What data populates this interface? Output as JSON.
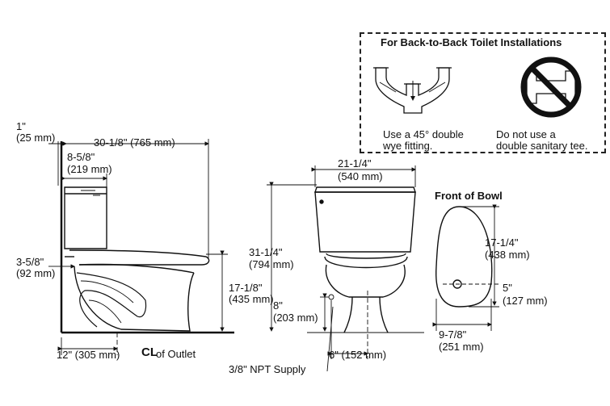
{
  "inset": {
    "title": "For Back-to-Back Toilet Installations",
    "left_caption_1": "Use a 45° double",
    "left_caption_2": "wye fitting.",
    "right_caption_1": "Do not use a",
    "right_caption_2": "double sanitary tee."
  },
  "side_view": {
    "dim_top_1a": "1\"",
    "dim_top_1b": "(25 mm)",
    "dim_width_a": "30-1/8\" (765 mm)",
    "dim_tank_a": "8-5/8\"",
    "dim_tank_b": "(219 mm)",
    "dim_left_a": "3-5/8\"",
    "dim_left_b": "(92 mm)",
    "dim_height_a": "17-1/8\"",
    "dim_height_b": "(435 mm)",
    "dim_rough_in": "12\" (305 mm)",
    "cl_symbol": "CL",
    "cl_label": "of Outlet"
  },
  "front_view": {
    "dim_tank_width_a": "21-1/4\"",
    "dim_tank_width_b": "(540 mm)",
    "dim_total_a": "31-1/4\"",
    "dim_total_b": "(794 mm)",
    "dim_supply_h_a": "8\"",
    "dim_supply_h_b": "(203 mm)",
    "dim_supply_offset": "6\" (152 mm)",
    "supply_label": "3/8\" NPT Supply"
  },
  "bowl_view": {
    "title": "Front of Bowl",
    "dim_length_a": "17-1/4\"",
    "dim_length_b": "(438 mm)",
    "dim_outlet_a": "5\"",
    "dim_outlet_b": "(127 mm)",
    "dim_width_a": "9-7/8\"",
    "dim_width_b": "(251 mm)"
  }
}
